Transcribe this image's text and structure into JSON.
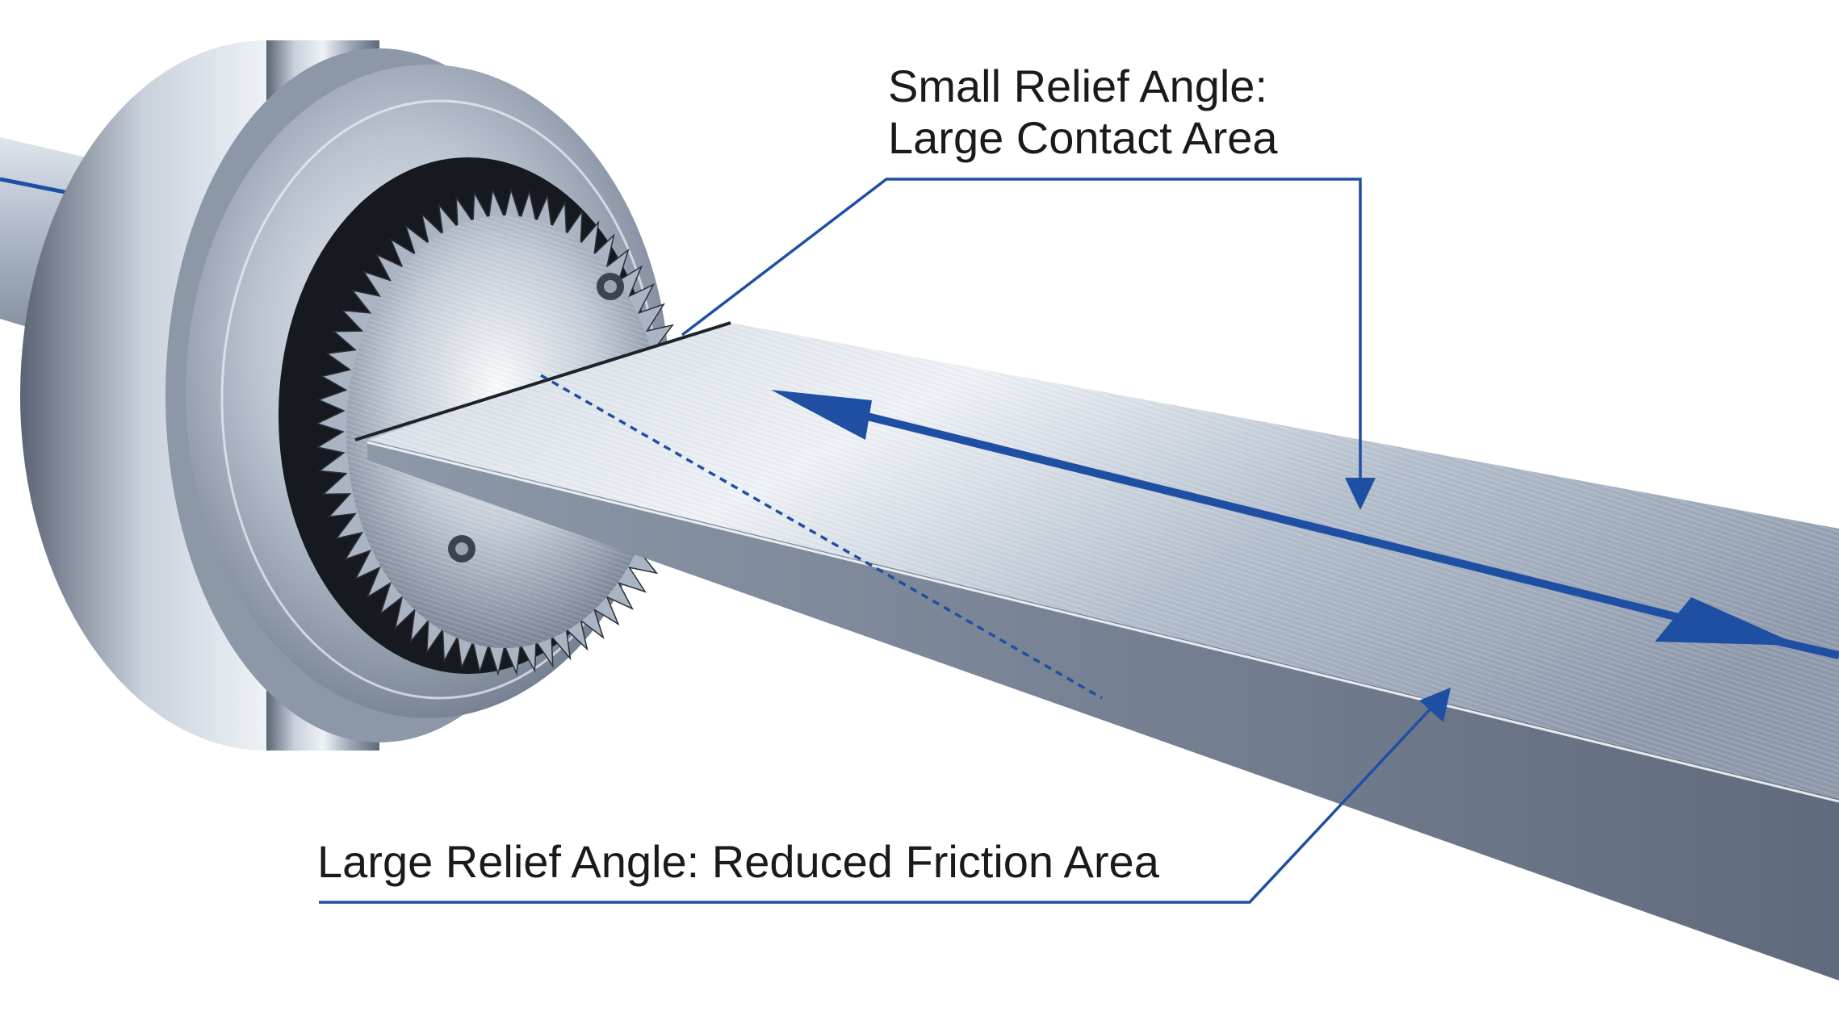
{
  "labels": {
    "small_relief_line1": "Small Relief Angle:",
    "small_relief_line2": "Large Contact Area",
    "large_relief": "Large Relief Angle: Reduced Friction Area"
  },
  "colors": {
    "accent": "#1f4fa3",
    "steel_light": "#e4e9f0",
    "steel_mid": "#a6b1c2",
    "steel_dark": "#4c5566",
    "background": "#ffffff"
  },
  "icons": {
    "direction_arrow": "double-headed-arrow"
  }
}
